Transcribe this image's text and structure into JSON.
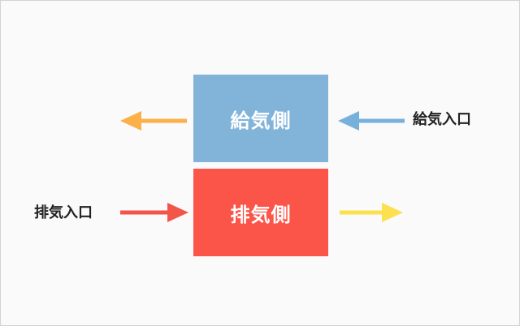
{
  "diagram": {
    "supply_side_label": "給気側",
    "exhaust_side_label": "排気側",
    "supply_inlet_label": "給気入口",
    "exhaust_inlet_label": "排気入口"
  },
  "colors": {
    "supply_box": "#82b4da",
    "exhaust_box": "#fb5448",
    "supply_outlet_arrow": "#fbb04a",
    "supply_inlet_arrow": "#78b0dc",
    "exhaust_inlet_arrow": "#f2564a",
    "exhaust_outlet_arrow": "#fbe150"
  },
  "icons": {
    "supply_outlet": "arrow-left-icon",
    "supply_inlet": "arrow-left-icon",
    "exhaust_inlet": "arrow-right-icon",
    "exhaust_outlet": "arrow-right-icon"
  }
}
